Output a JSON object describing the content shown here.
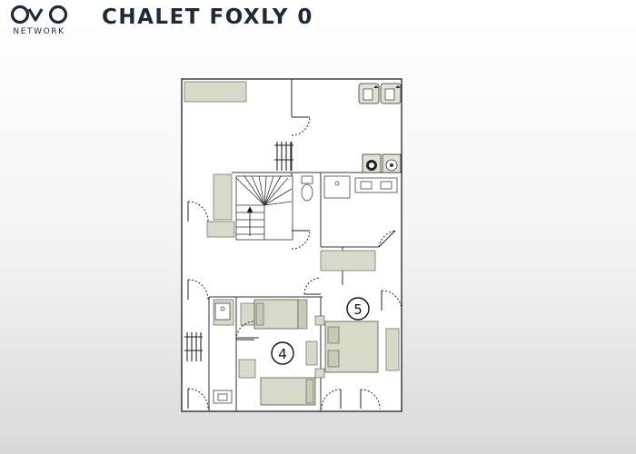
{
  "brand": {
    "logo_text": "NETWORK"
  },
  "page": {
    "title": "CHALET FOXLY 0"
  },
  "plan": {
    "room_labels": [
      "4",
      "5"
    ],
    "icons": [
      "washing-machine-icon",
      "dryer-icon",
      "boiler-icon",
      "ski-rack-icon",
      "toilet-icon",
      "sink-icon",
      "bed-icon",
      "stairs-icon",
      "door-icon"
    ]
  },
  "colors": {
    "furniture": "#d7d9c9",
    "walls": "#222222",
    "text": "#1f2937"
  }
}
